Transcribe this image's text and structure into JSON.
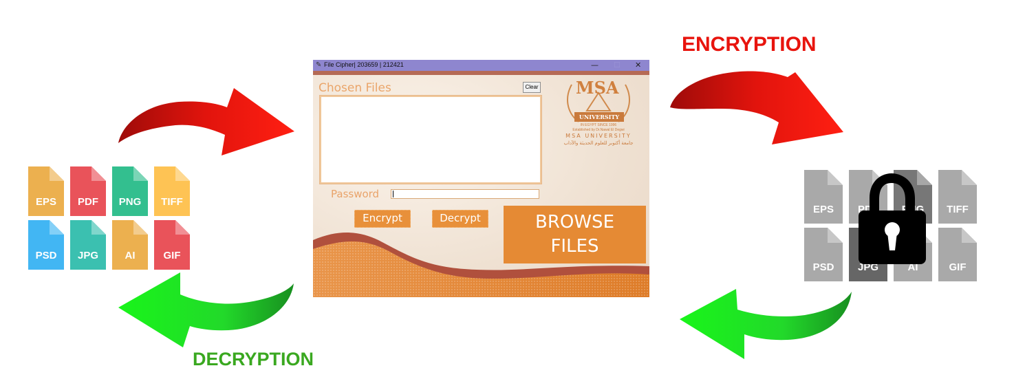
{
  "labels": {
    "encryption": "ENCRYPTION",
    "decryption": "DECRYPTION"
  },
  "colors": {
    "encryption": "#e8140d",
    "decryption": "#3aa820",
    "arrow_red": "#e3140d",
    "arrow_green": "#2fdc2f"
  },
  "left_files": [
    {
      "ext": "EPS",
      "color": "#ecb04f"
    },
    {
      "ext": "PDF",
      "color": "#e9535a"
    },
    {
      "ext": "PNG",
      "color": "#33bf8f"
    },
    {
      "ext": "TIFF",
      "color": "#fec354"
    },
    {
      "ext": "PSD",
      "color": "#42b6f3"
    },
    {
      "ext": "JPG",
      "color": "#3bc0b0"
    },
    {
      "ext": "AI",
      "color": "#ecb04f"
    },
    {
      "ext": "GIF",
      "color": "#e9535a"
    }
  ],
  "right_files": [
    {
      "ext": "EPS",
      "color": "#a9a9a9"
    },
    {
      "ext": "PDF",
      "color": "#a9a9a9"
    },
    {
      "ext": "PNG",
      "color": "#777777"
    },
    {
      "ext": "TIFF",
      "color": "#a9a9a9"
    },
    {
      "ext": "PSD",
      "color": "#a9a9a9"
    },
    {
      "ext": "JPG",
      "color": "#666666"
    },
    {
      "ext": "AI",
      "color": "#a9a9a9"
    },
    {
      "ext": "GIF",
      "color": "#a9a9a9"
    }
  ],
  "lock_icon": "padlock-icon",
  "app": {
    "title": "File Cipher| 203659 | 212421",
    "chosen_files_label": "Chosen Files",
    "clear_label": "Clear",
    "password_label": "Password",
    "password_value": "",
    "encrypt_label": "Encrypt",
    "decrypt_label": "Decrypt",
    "browse_line1": "BROWSE",
    "browse_line2": "FILES",
    "logo": {
      "msa": "MSA",
      "university": "UNIVERSITY",
      "since": "IN EGYPT SINCE 1996",
      "established": "Established by Dr.Nawal El Degwi",
      "msa_university": "MSA UNIVERSITY",
      "arabic": "جامعة أكتوبر للعلوم الحديثة والآداب"
    },
    "window_buttons": [
      "—",
      "☐",
      "✕"
    ]
  }
}
